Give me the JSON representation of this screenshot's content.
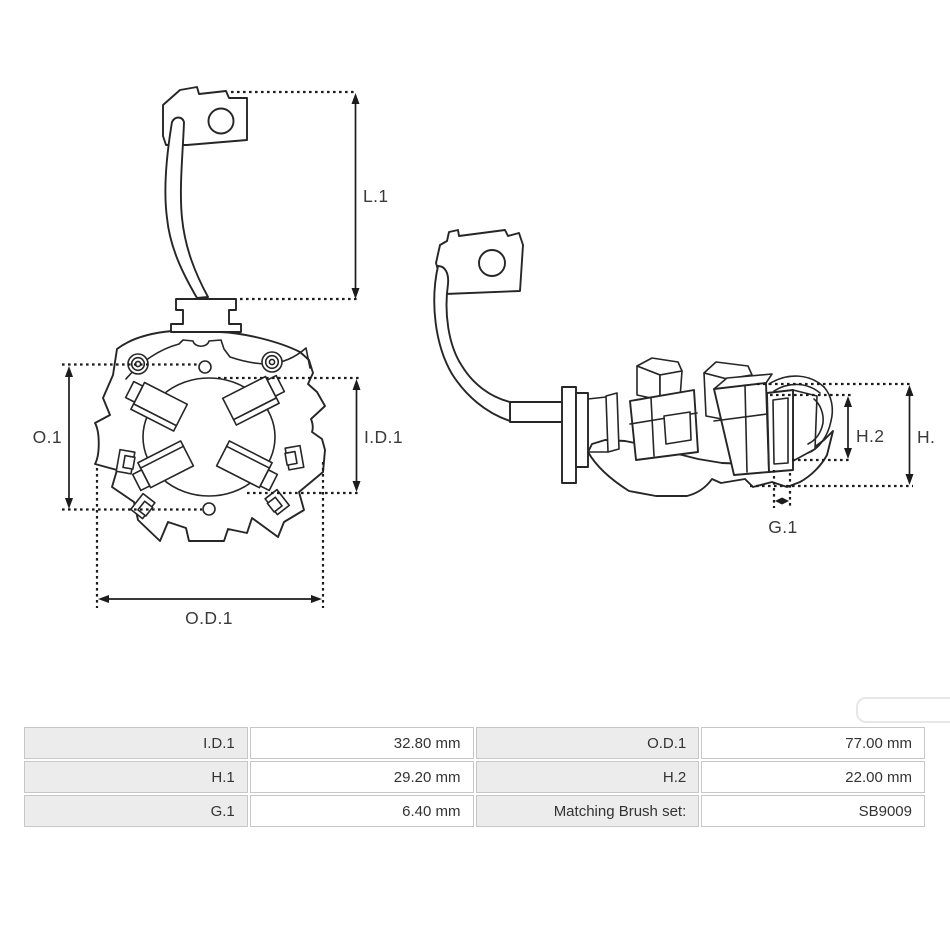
{
  "colors": {
    "line": "#262626",
    "label": "#3a3a3a",
    "table_border": "#c7c7c7",
    "table_label_bg": "#ececec",
    "table_text": "#333333"
  },
  "diagram": {
    "labels": {
      "l1": "L.1",
      "o1": "O.1",
      "id1": "I.D.1",
      "od1": "O.D.1",
      "h2": "H.2",
      "h": "H.",
      "g1": "G.1"
    }
  },
  "spec_table": {
    "rows": [
      {
        "c0": "I.D.1",
        "c1": "32.80 mm",
        "c2": "O.D.1",
        "c3": "77.00 mm"
      },
      {
        "c0": "H.1",
        "c1": "29.20 mm",
        "c2": "H.2",
        "c3": "22.00 mm"
      },
      {
        "c0": "G.1",
        "c1": "6.40 mm",
        "c2": "Matching Brush set:",
        "c3": "SB9009"
      }
    ]
  }
}
